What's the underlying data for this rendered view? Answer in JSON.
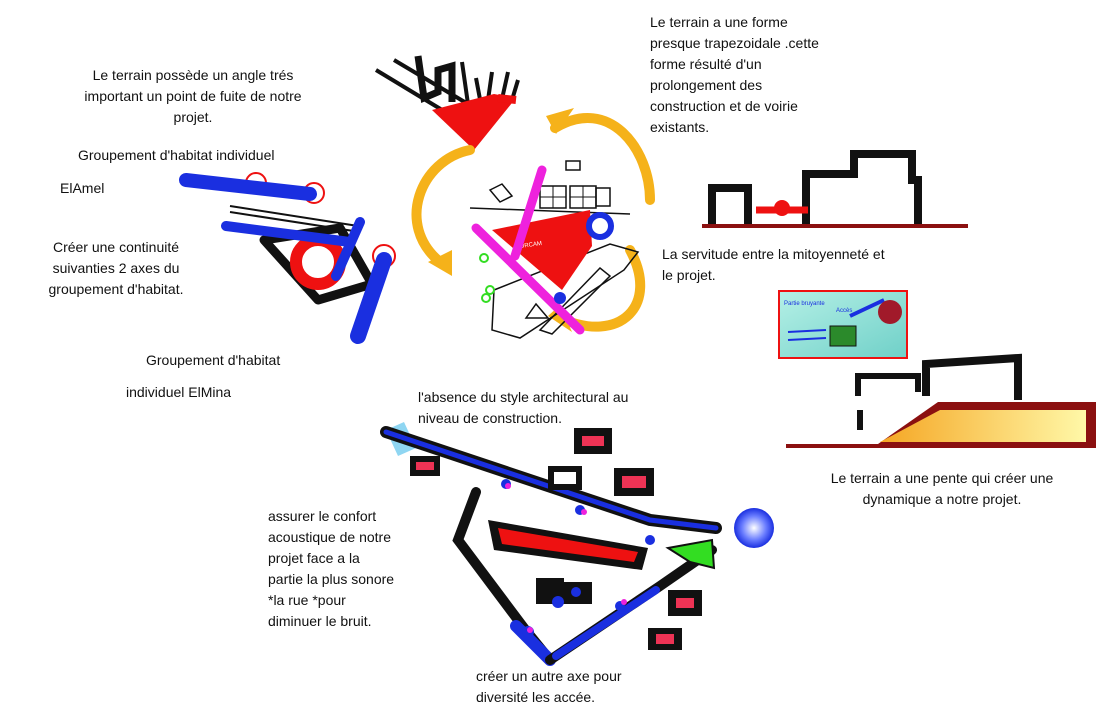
{
  "notes": {
    "angle": "Le terrain possède un angle trés\nimportant un point de fuite de notre\nprojet.",
    "trapezoid": "Le terrain a une forme\npresque trapezoidale .cette\nforme résulté d'un\nprolongement des\nconstruction et de voirie\nexistants.",
    "elamel_1": "Groupement d'habitat individuel",
    "elamel_2": "ElAmel",
    "continuity": "Créer une continuité\nsuivanties 2 axes du\ngroupement d'habitat.",
    "servitude": "La servitude entre la mitoyenneté et\nle projet.",
    "elmina_1": "Groupement d'habitat",
    "elmina_2": "individuel  ElMina",
    "absence": "l'absence du style architectural au\nniveau de construction.",
    "slope": "Le terrain a une pente qui créer une\ndynamique a notre projet.",
    "acoustic": "assurer le confort\nacoustique de notre\nprojet face a la\npartie la plus sonore\n*la rue *pour\ndiminuer le bruit.",
    "axis": "créer un autre axe pour\ndiversité les accée."
  },
  "colors": {
    "red": "#ee1111",
    "blue": "#1a2fe0",
    "black": "#111111",
    "magenta": "#ee22dd",
    "orange": "#f5b21a",
    "darkred": "#8b1010",
    "green": "#33dd22"
  },
  "icons": [
    "site-plan-diagram",
    "road-axes",
    "slope-section",
    "mitoyennete-section",
    "legend-thumbnail"
  ]
}
